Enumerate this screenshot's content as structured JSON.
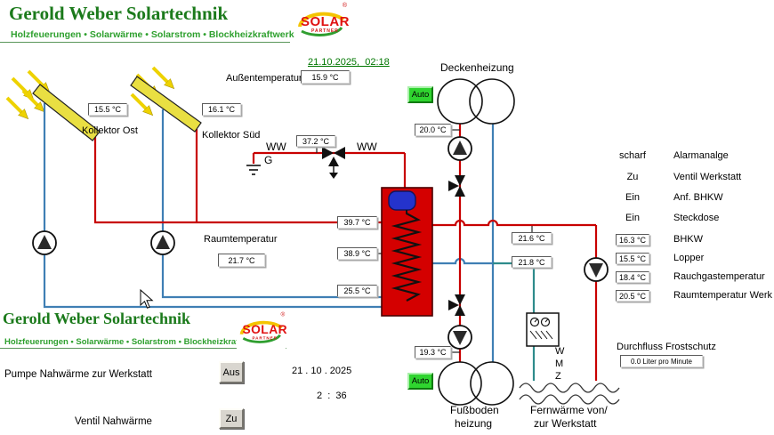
{
  "colors": {
    "pipe_hot": "#c80000",
    "pipe_cold": "#3f7fb4",
    "pipe_meter": "#2e8b8b",
    "brand_green": "#1b7a1b",
    "auto_green": "#2fd42f"
  },
  "brand": {
    "title": "Gerold Weber Solartechnik",
    "subtitle": "Holzfeuerungen • Solarwärme • Solarstrom • Blockheizkraftwerke",
    "logo_text": "SOLAR",
    "logo_sub": "PARTNER",
    "logo_reg": "®"
  },
  "top": {
    "datetime": "21.10.2025,  02:18",
    "outdoor_label": "Außentemperatur",
    "outdoor_value": "15.9 °C"
  },
  "collectors": {
    "ost_label": "Kollektor Ost",
    "ost_value": "15.5 °C",
    "sued_label": "Kollektor Süd",
    "sued_value": "16.1 °C"
  },
  "ww": {
    "left": "WW",
    "right": "WW",
    "ground": "G",
    "temp": "37.2 °C"
  },
  "tank": {
    "top": "39.7 °C",
    "mid": "38.9 °C",
    "bottom": "25.5 °C"
  },
  "room": {
    "label": "Raumtemperatur",
    "value": "21.7 °C"
  },
  "ceiling": {
    "label": "Deckenheizung",
    "auto": "Auto",
    "flow_temp": "20.0 °C"
  },
  "floor": {
    "label_line1": "Fußboden",
    "label_line2": "heizung",
    "auto": "Auto",
    "flow_temp": "19.3 °C"
  },
  "network": {
    "t_supply": "21.6 °C",
    "t_return": "21.8 °C",
    "meter_letters": [
      "W",
      "M",
      "Z"
    ],
    "remote_line1": "Fernwärme von/",
    "remote_line2": "zur Werkstatt"
  },
  "status": [
    {
      "value": "scharf",
      "label": "Alarmanalge"
    },
    {
      "value": "Zu",
      "label": "Ventil Werkstatt"
    },
    {
      "value": "Ein",
      "label": "Anf. BHKW"
    },
    {
      "value": "Ein",
      "label": "Steckdose"
    },
    {
      "value": "16.3 °C",
      "label": "BHKW"
    },
    {
      "value": "15.5 °C",
      "label": "Lopper"
    },
    {
      "value": "18.4 °C",
      "label": "Rauchgastemperatur"
    },
    {
      "value": "20.5 °C",
      "label": "Raumtemperatur Werk"
    }
  ],
  "flow_meter": {
    "label": "Durchfluss Frostschutz",
    "value": "0.0 Liter pro Minute"
  },
  "controls": {
    "pump_label": "Pumpe Nahwärme zur Werkstatt",
    "pump_button": "Aus",
    "valve_label": "Ventil Nahwärme",
    "valve_button": "Zu",
    "date": "21 . 10 . 2025",
    "time": "2  :  36"
  }
}
